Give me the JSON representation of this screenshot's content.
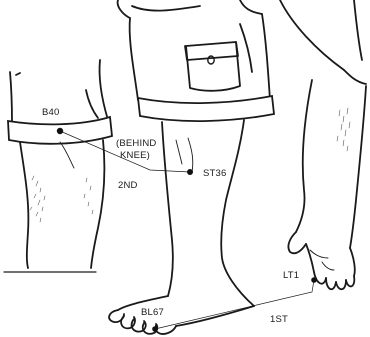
{
  "diagram": {
    "labels": {
      "b40": "B40",
      "behind_knee_line1": "(BEHIND",
      "behind_knee_line2": "KNEE)",
      "st36": "ST36",
      "second": "2ND",
      "lt1": "LT1",
      "bl67": "BL67",
      "first": "1ST"
    },
    "ink_color": "#1a1a1a",
    "background_color": "#ffffff"
  }
}
